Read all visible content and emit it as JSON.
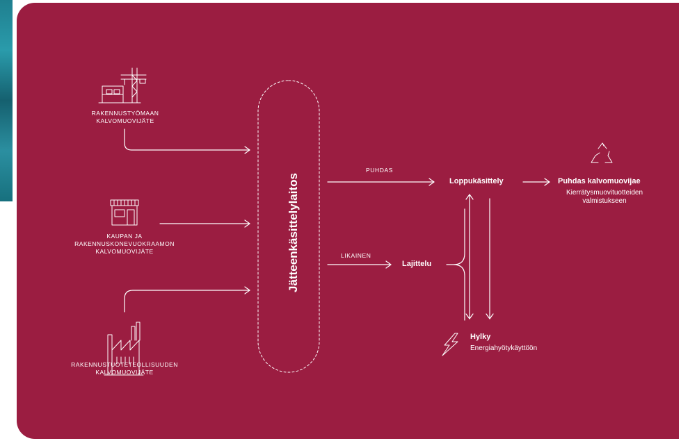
{
  "diagram": {
    "sources": [
      {
        "line1": "RAKENNUSTYÖMAAN",
        "line2": "KALVOMUOVIJÄTE",
        "line3": "",
        "icon": "construction-crane-icon"
      },
      {
        "line1": "KAUPAN JA",
        "line2": "RAKENNUSKONEVUOKRAAMON",
        "line3": "KALVOMUOVIJÄTE",
        "icon": "shop-icon"
      },
      {
        "line1": "RAKENNUSTUOTETEOLLISUUDEN",
        "line2": "KALVOMUOVIJÄTE",
        "line3": "",
        "icon": "factory-icon"
      }
    ],
    "facility": "Jätteenkäsittelylaitos",
    "clean_label": "PUHDAS",
    "dirty_label": "LIKAINEN",
    "final_processing": "Loppukäsittely",
    "sorting": "Lajittelu",
    "output": {
      "title": "Puhdas kalvomuovijae",
      "desc_line1": "Kierrätysmuovituotteiden",
      "desc_line2": "valmistukseen",
      "icon": "recycle-icon"
    },
    "reject": {
      "title": "Hylky",
      "desc": "Energiahyötykäyttöön",
      "icon": "lightning-icon"
    }
  },
  "colors": {
    "background": "#9b1d41",
    "foreground": "#ffffff"
  }
}
